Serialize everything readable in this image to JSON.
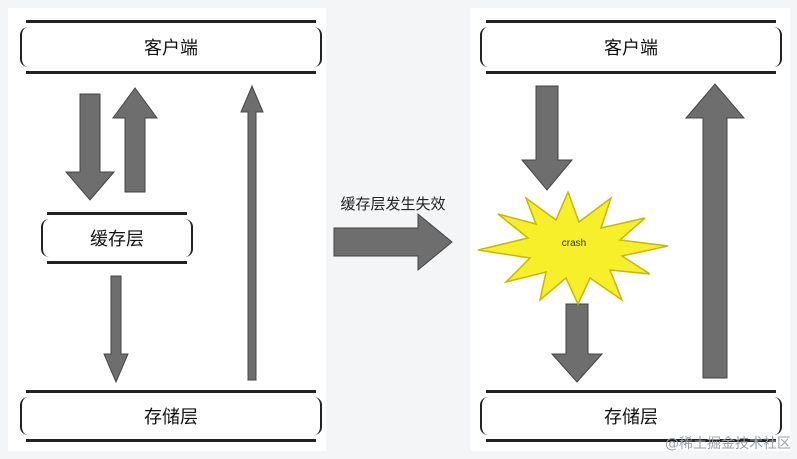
{
  "left": {
    "client_label": "客户端",
    "cache_label": "缓存层",
    "storage_label": "存储层"
  },
  "middle": {
    "label": "缓存层发生失效"
  },
  "right": {
    "client_label": "客户端",
    "crash_label": "crash",
    "storage_label": "存储层"
  },
  "watermark": "@稀土掘金技术社区",
  "colors": {
    "arrow_fill": "#6e6e6e",
    "crash_fill": "#f6ef2a",
    "crash_stroke": "#c9b800"
  }
}
